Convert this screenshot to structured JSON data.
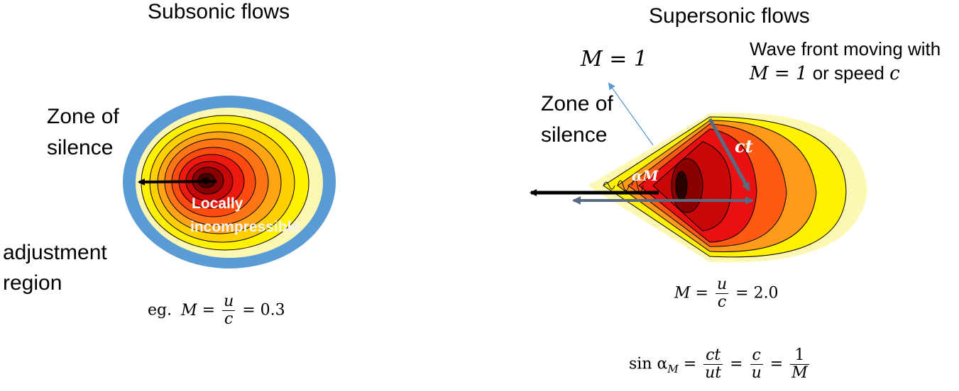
{
  "left": {
    "title": "Subsonic flows",
    "zone_label_line1": "Zone of",
    "zone_label_line2": "silence",
    "adjust_line1": "adjustment",
    "adjust_line2": "region",
    "core_line1": "Locally",
    "core_line2": "incompressible",
    "eq_prefix": "eg.",
    "eq_M": "M",
    "eq_num": "u",
    "eq_den": "c",
    "eq_value": "= 0.3"
  },
  "right": {
    "title": "Supersonic flows",
    "mach_label": "M = 1",
    "wave_line1": "Wave front moving with",
    "wave_line2_math": "M = 1",
    "wave_line2_text": " or speed ",
    "wave_line2_c": "c",
    "zone_label_line1": "Zone of",
    "zone_label_line2": "silence",
    "ct_label": "ct",
    "alpha_label": "αM",
    "eq1_M": "M",
    "eq1_num": "u",
    "eq1_den": "c",
    "eq1_value": "= 2.0",
    "eq2_lhs": "sin α",
    "eq2_sub": "M",
    "eq2_f1_num": "ct",
    "eq2_f1_den": "ut",
    "eq2_f2_num": "c",
    "eq2_f2_den": "u",
    "eq2_f3_num": "1",
    "eq2_f3_den": "M"
  },
  "colors": {
    "blue_ring": "#5b9bd5",
    "pale_yellow": "#fcf8b4",
    "yellow": "#fff200",
    "orange": "#ff9a1a",
    "red_orange": "#ff5a12",
    "red": "#e81010",
    "dark_red": "#b30000",
    "maroon": "#4a0000",
    "arrow_gray": "#5a6a82",
    "leader_blue": "#5b9bd5"
  }
}
